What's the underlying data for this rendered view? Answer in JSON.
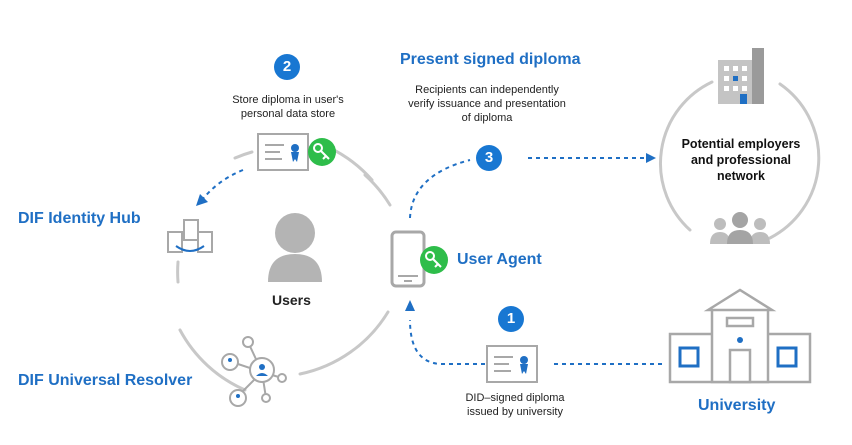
{
  "steps": {
    "step1": {
      "number": "1",
      "caption_line1": "DID–signed diploma",
      "caption_line2": "issued by university"
    },
    "step2": {
      "number": "2",
      "caption_line1": "Store diploma in user's",
      "caption_line2": "personal data store"
    },
    "step3": {
      "number": "3"
    }
  },
  "present": {
    "title": "Present signed diploma",
    "desc_line1": "Recipients can independently",
    "desc_line2": "verify issuance and presentation",
    "desc_line3": "of diploma"
  },
  "nodes": {
    "identity_hub": "DIF Identity Hub",
    "universal_resolver": "DIF Universal Resolver",
    "users": "Users",
    "user_agent": "User Agent",
    "university": "University",
    "employers_line1": "Potential employers",
    "employers_line2": "and professional",
    "employers_line3": "network"
  },
  "colors": {
    "accent_blue": "#1f6fc4",
    "badge_blue": "#1877d2",
    "key_green": "#2ebd4a",
    "ring_gray": "#c8c8c8",
    "icon_gray": "#a8a8a8"
  },
  "icons": [
    "diploma-icon",
    "key-icon",
    "database-icon",
    "network-icon",
    "user-icon",
    "phone-icon",
    "office-building-icon",
    "people-group-icon",
    "university-building-icon"
  ]
}
